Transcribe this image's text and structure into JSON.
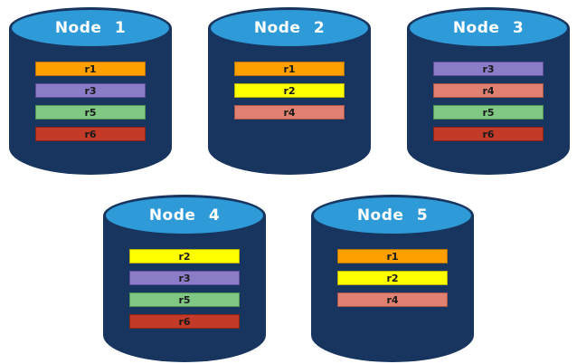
{
  "palette": {
    "cylinder_body": "#17355F",
    "cylinder_top": "#2E9BD8",
    "node_label_color": "#FFFFFF",
    "replica_colors": {
      "r1": {
        "fill": "#FFA000",
        "border": "#B97400"
      },
      "r2": {
        "fill": "#FFFF00",
        "border": "#B9B000"
      },
      "r3": {
        "fill": "#8C7CC8",
        "border": "#5F4F9E"
      },
      "r4": {
        "fill": "#E08070",
        "border": "#A8564A"
      },
      "r5": {
        "fill": "#7FC783",
        "border": "#4E9456"
      },
      "r6": {
        "fill": "#C43A28",
        "border": "#8A2417"
      }
    }
  },
  "nodes": [
    {
      "label": "Node 1",
      "replicas": [
        "r1",
        "r3",
        "r5",
        "r6"
      ]
    },
    {
      "label": "Node 2",
      "replicas": [
        "r1",
        "r2",
        "r4"
      ]
    },
    {
      "label": "Node 3",
      "replicas": [
        "r3",
        "r4",
        "r5",
        "r6"
      ]
    },
    {
      "label": "Node 4",
      "replicas": [
        "r2",
        "r3",
        "r5",
        "r6"
      ]
    },
    {
      "label": "Node 5",
      "replicas": [
        "r1",
        "r2",
        "r4"
      ]
    }
  ],
  "layout_rows": [
    [
      0,
      1,
      2
    ],
    [
      3,
      4
    ]
  ]
}
